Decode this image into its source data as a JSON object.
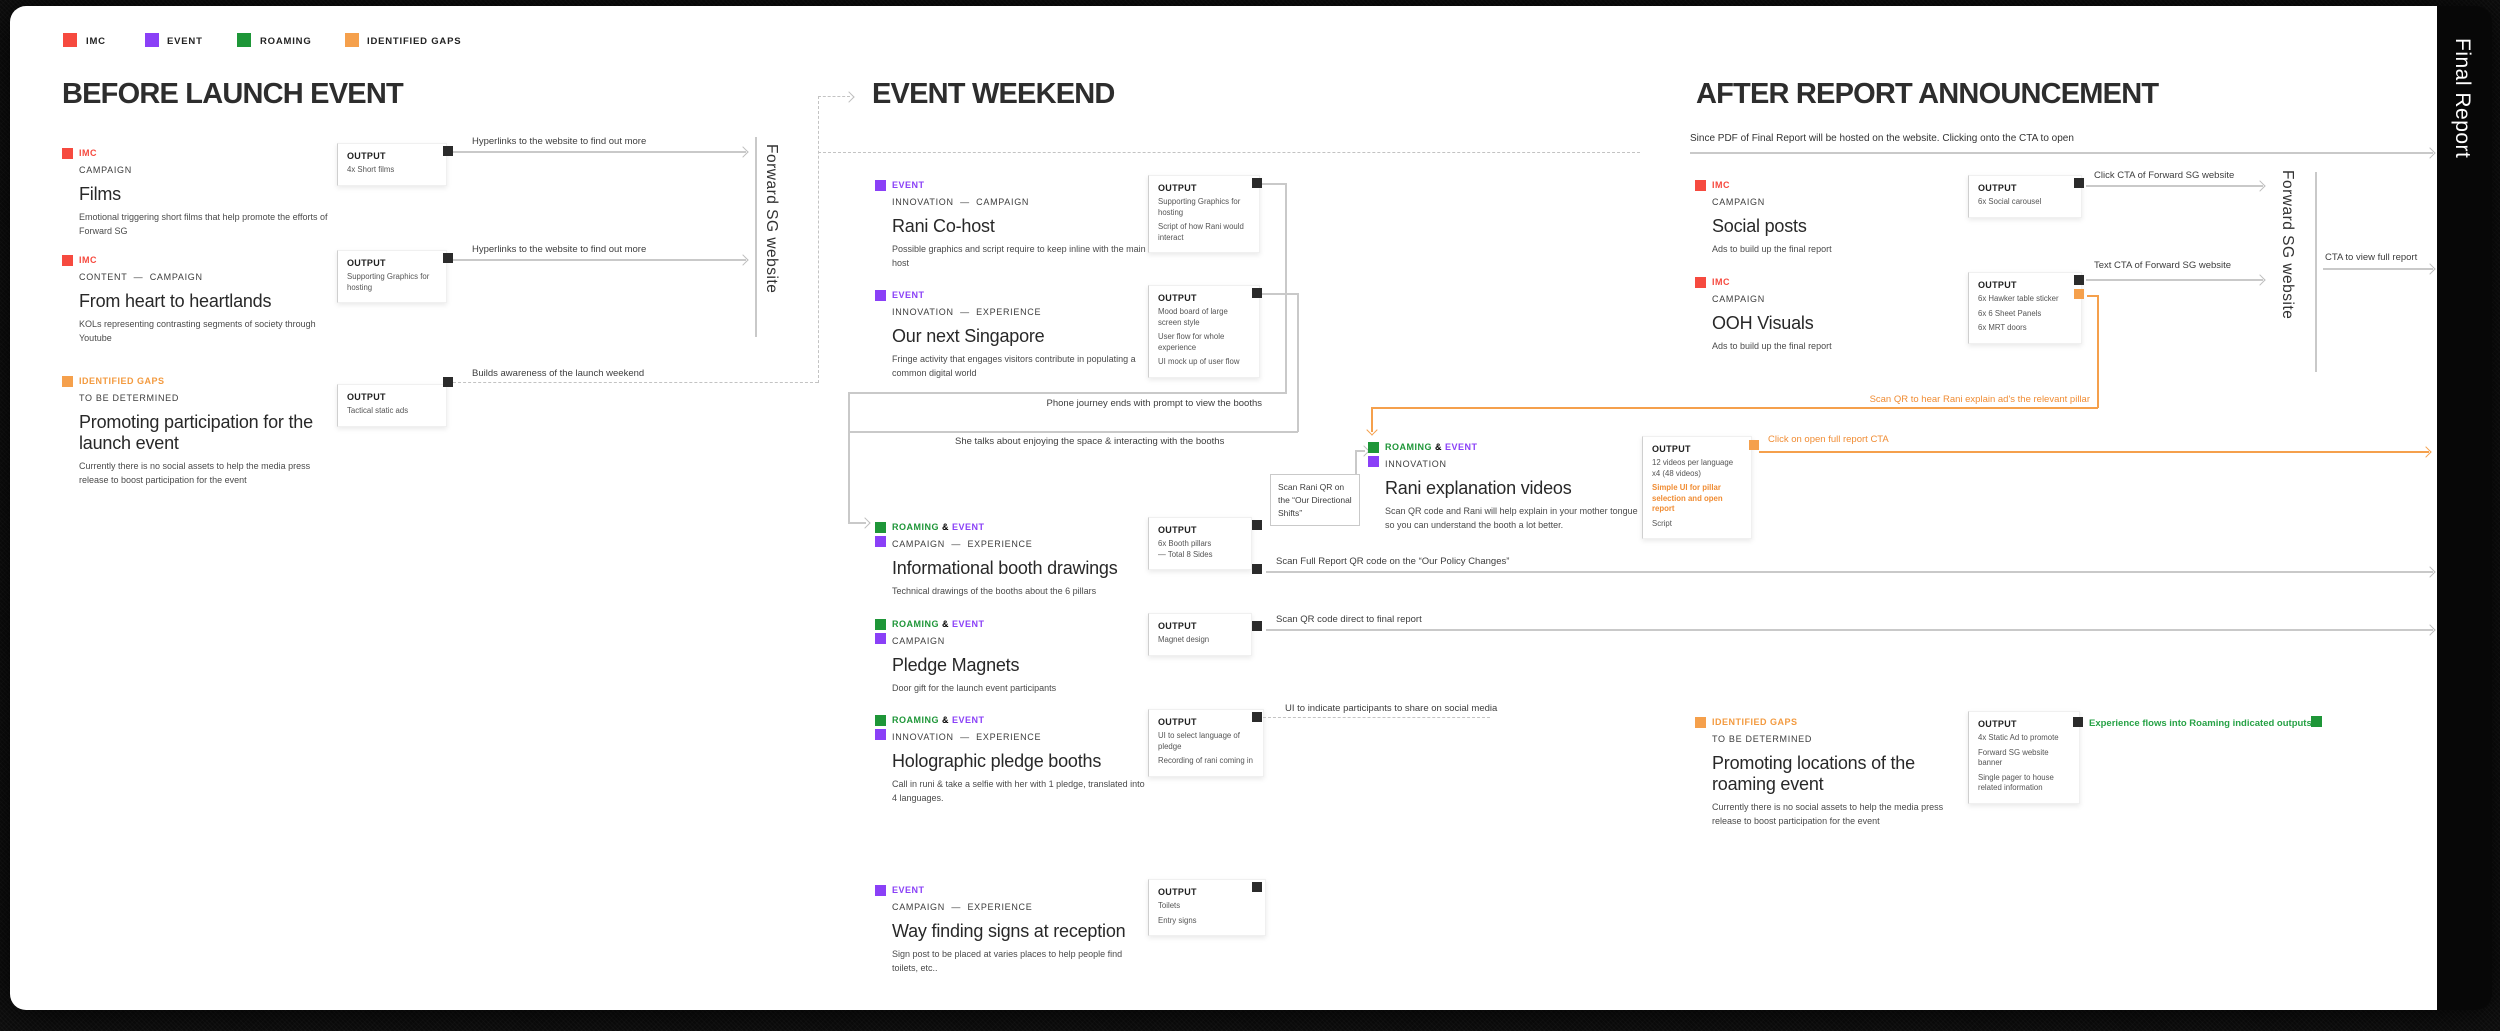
{
  "legend": {
    "items": [
      {
        "label": "IMC",
        "color": "#F64A3F"
      },
      {
        "label": "EVENT",
        "color": "#8A40F7"
      },
      {
        "label": "ROAMING",
        "color": "#1E9638"
      },
      {
        "label": "IDENTIFIED GAPS",
        "color": "#F5A04C"
      }
    ]
  },
  "common": {
    "output_label": "OUTPUT",
    "amp": "&"
  },
  "sidebar": {
    "label": "Final Report"
  },
  "before": {
    "title": "BEFORE LAUNCH EVENT",
    "films": {
      "tag": "IMC",
      "category": "CAMPAIGN",
      "title": "Films",
      "desc": "Emotional triggering short films that help promote the efforts of Forward SG",
      "outputs": [
        "4x Short films"
      ]
    },
    "heartlands": {
      "tag": "IMC",
      "category": "CONTENT  —  CAMPAIGN",
      "title": "From heart to heartlands",
      "desc": "KOLs representing contrasting segments of society through Youtube",
      "outputs": [
        "Supporting Graphics for hosting"
      ]
    },
    "gap": {
      "tag": "IDENTIFIED GAPS",
      "category": "TO BE DETERMINED",
      "title": "Promoting participation for the launch event",
      "desc": "Currently there is no social assets to help the media press release to boost participation for the event",
      "outputs": [
        "Tactical static ads"
      ]
    },
    "arrow_hyperlinks_1": "Hyperlinks to the website to find out more",
    "arrow_hyperlinks_2": "Hyperlinks to the website to find out more",
    "arrow_builds": "Builds awareness of the launch weekend",
    "website_label": "Forward SG website"
  },
  "weekend": {
    "title": "EVENT WEEKEND",
    "rani_cohost": {
      "tag": "EVENT",
      "category": "INNOVATION  —  CAMPAIGN",
      "title": "Rani Co-host",
      "desc": "Possible graphics and script require to keep inline with the main host",
      "outputs": [
        "Supporting Graphics for hosting",
        "Script of how Rani would interact"
      ]
    },
    "next_singapore": {
      "tag": "EVENT",
      "category": "INNOVATION  —  EXPERIENCE",
      "title": "Our next Singapore",
      "desc": "Fringe activity that engages visitors contribute in populating a common digital world",
      "outputs": [
        "Mood board of large screen style",
        "User flow for whole experience",
        "UI mock up of user flow"
      ]
    },
    "label_phone_journey": "Phone journey ends with prompt to view the booths",
    "label_she_talks": "She talks about enjoying the space & interacting with the booths",
    "booth_drawings": {
      "tag_a": "ROAMING",
      "tag_b": "EVENT",
      "category": "CAMPAIGN  —  EXPERIENCE",
      "title": "Informational booth drawings",
      "desc": "Technical drawings of the booths about the 6 pillars",
      "outputs": [
        "6x Booth pillars\n— Total 8 Sides"
      ]
    },
    "pledge_magnets": {
      "tag_a": "ROAMING",
      "tag_b": "EVENT",
      "category": "CAMPAIGN",
      "title": "Pledge Magnets",
      "desc": "Door gift for the launch event participants",
      "outputs": [
        "Magnet design"
      ]
    },
    "holographic": {
      "tag_a": "ROAMING",
      "tag_b": "EVENT",
      "category": "INNOVATION  —  EXPERIENCE",
      "title": "Holographic pledge booths",
      "desc": "Call in runi & take a selfie with her with 1 pledge, translated into 4 languages.",
      "outputs": [
        "UI to select language of pledge",
        "Recording of rani coming in"
      ]
    },
    "wayfinding": {
      "tag": "EVENT",
      "category": "CAMPAIGN  —  EXPERIENCE",
      "title": "Way finding signs at reception",
      "desc": "Sign post to be placed at varies places to help people find toilets, etc..",
      "outputs": [
        "Toilets",
        "Entry signs"
      ]
    },
    "scan_rani_box": "Scan Rani QR on the “Our Directional Shifts”",
    "rani_videos": {
      "tag_a": "ROAMING",
      "tag_b": "EVENT",
      "category": "INNOVATION",
      "title": "Rani explanation videos",
      "desc": "Scan QR code and Rani will help explain in your mother tongue so you can understand the booth a lot better.",
      "outputs": [
        "12 videos per language x4 (48 videos)"
      ],
      "output_highlight": "Simple UI for pillar selection and open report",
      "output_last": "Script"
    },
    "arrow_scan_full": "Scan Full Report QR code on the “Our Policy Changes”",
    "arrow_scan_direct": "Scan QR code direct to final report",
    "arrow_ui_share": "UI to indicate participants to share on social media"
  },
  "after": {
    "title": "AFTER REPORT ANNOUNCEMENT",
    "note": "Since PDF of Final Report will be hosted on the website. Clicking onto the CTA to open",
    "social_posts": {
      "tag": "IMC",
      "category": "CAMPAIGN",
      "title": "Social posts",
      "desc": "Ads to build up the final report",
      "outputs": [
        "6x Social carousel"
      ]
    },
    "ooh_visuals": {
      "tag": "IMC",
      "category": "CAMPAIGN",
      "title": "OOH Visuals",
      "desc": "Ads to build up the final report",
      "outputs": [
        "6x Hawker table sticker",
        "6x 6 Sheet Panels",
        "6x MRT doors"
      ]
    },
    "gap": {
      "tag": "IDENTIFIED GAPS",
      "category": "TO BE DETERMINED",
      "title": "Promoting locations of the roaming event",
      "desc": "Currently there is no social assets to help the media press release to boost participation for the event",
      "outputs": [
        "4x Static Ad to promote",
        "Forward SG website banner",
        "Single pager to house related information"
      ]
    },
    "arrow_click_cta": "Click CTA of Forward SG website",
    "arrow_text_cta": "Text CTA of Forward SG website",
    "arrow_cta_view": "CTA to view full report",
    "arrow_scan_qr_rani": "Scan QR to hear Rani explain ad's the relevant pillar",
    "arrow_click_open": "Click on open full report CTA",
    "note_experience_flows": "Experience flows into Roaming indicated outputs",
    "website_label": "Forward SG website"
  },
  "colors": {
    "imc": "#F64A3F",
    "event": "#8A40F7",
    "roaming": "#1E9638",
    "gaps": "#F5A04C",
    "connector": "#2B2B2B"
  }
}
